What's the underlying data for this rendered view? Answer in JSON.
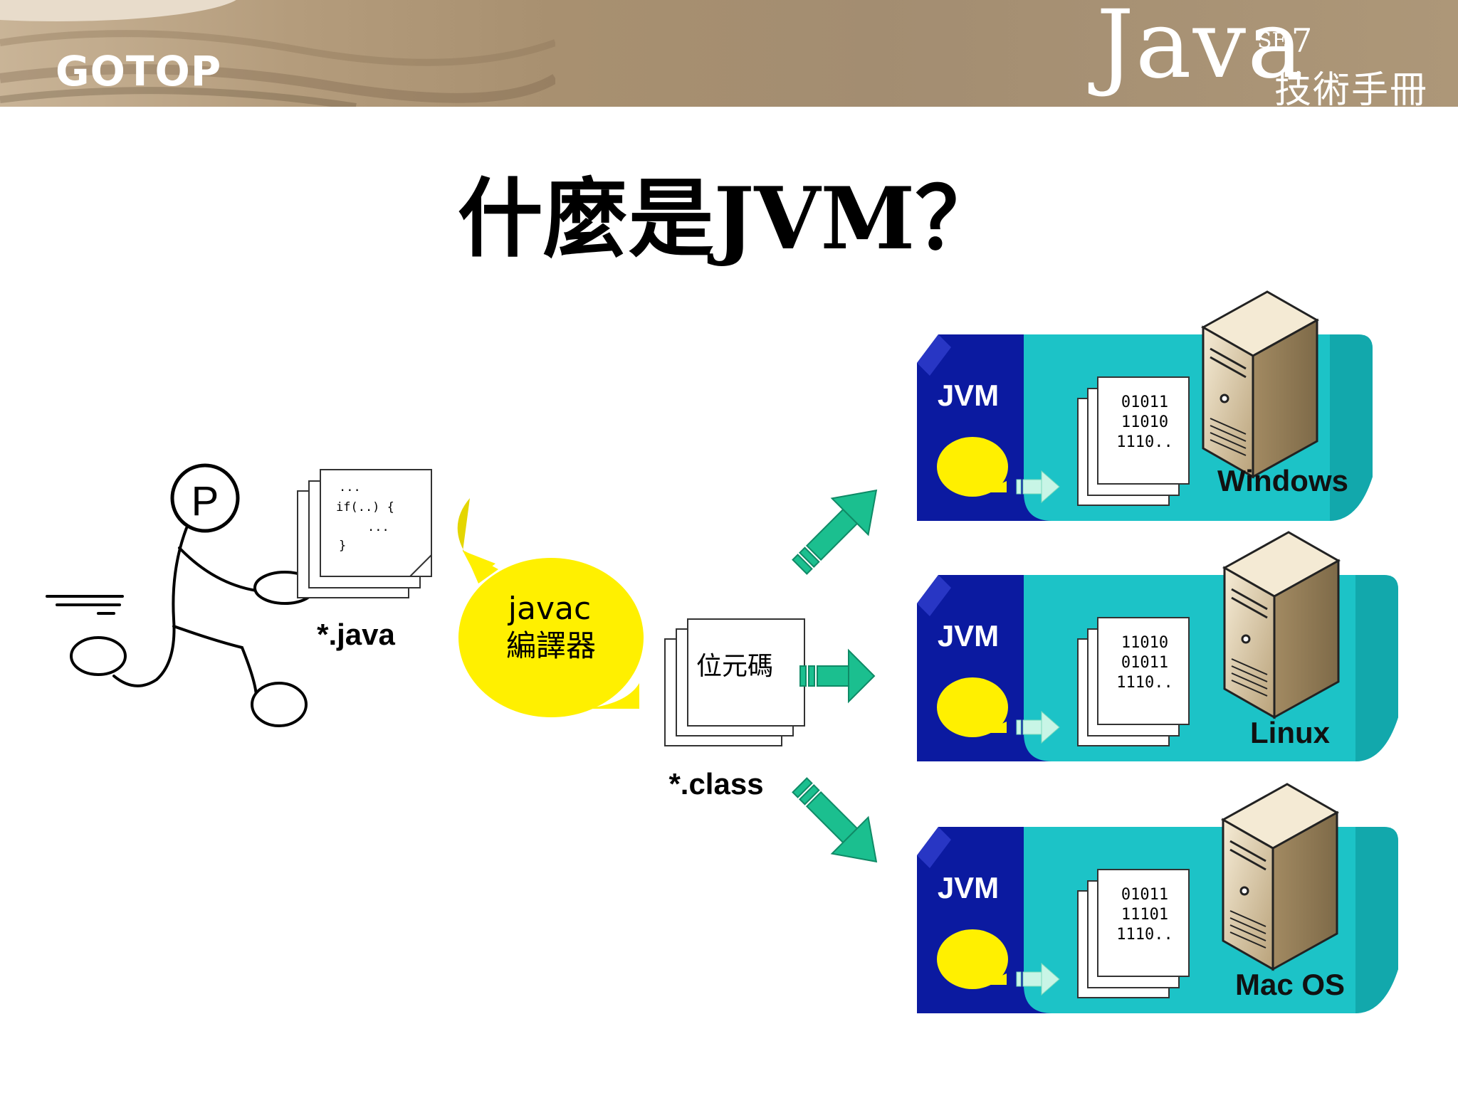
{
  "header": {
    "publisher_logo": "GOTOP",
    "brand": {
      "name": "Java",
      "edition_prefix": "SE",
      "edition_number": "7",
      "subtitle": "技術手冊"
    }
  },
  "title": "什麼是JVM？",
  "diagram": {
    "source": {
      "programmer_badge": "P",
      "code_lines": [
        "...",
        "if(..) {",
        "...",
        "}"
      ],
      "file_label": "*.java"
    },
    "compiler": {
      "line1": "javac",
      "line2": "編譯器"
    },
    "bytecode": {
      "doc_label": "位元碼",
      "file_label": "*.class"
    },
    "platforms": [
      {
        "jvm_label": "JVM",
        "binary_lines": [
          "01011",
          "11010",
          "1110.."
        ],
        "os_label": "Windows"
      },
      {
        "jvm_label": "JVM",
        "binary_lines": [
          "11010",
          "01011",
          "1110.."
        ],
        "os_label": "Linux"
      },
      {
        "jvm_label": "JVM",
        "binary_lines": [
          "01011",
          "11101",
          "1110.."
        ],
        "os_label": "Mac OS"
      }
    ]
  },
  "colors": {
    "banner": "#a89070",
    "jvm_navy": "#0b1aa0",
    "os_teal": "#1cc3c7",
    "arrow_green": "#1bbf8f",
    "bubble_yellow": "#fff000"
  }
}
